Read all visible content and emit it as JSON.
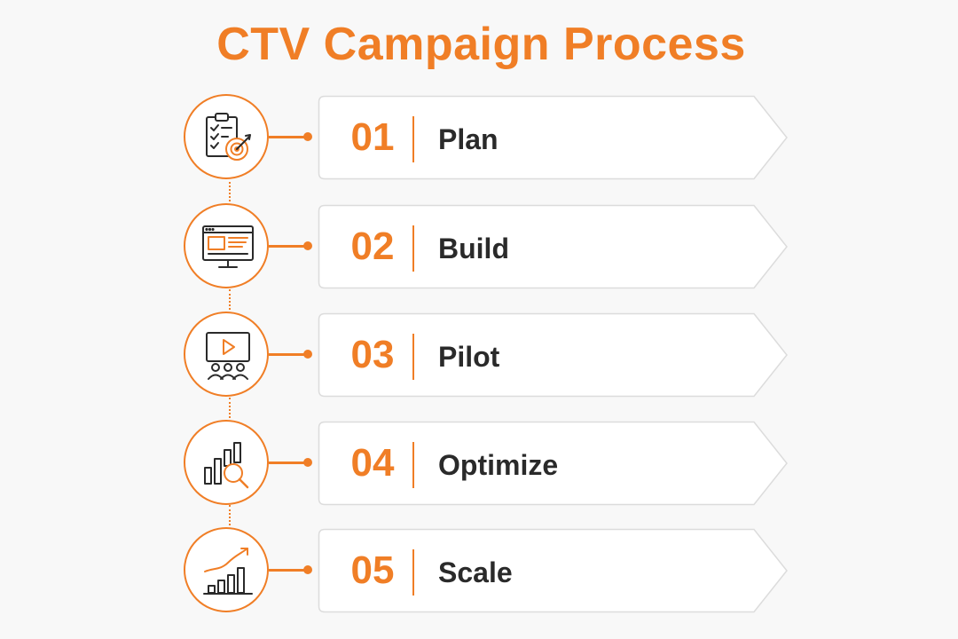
{
  "title": "CTV Campaign Process",
  "accent_color": "#f07e26",
  "steps": [
    {
      "number": "01",
      "label": "Plan",
      "icon": "checklist-target-icon"
    },
    {
      "number": "02",
      "label": "Build",
      "icon": "monitor-layout-icon"
    },
    {
      "number": "03",
      "label": "Pilot",
      "icon": "video-audience-icon"
    },
    {
      "number": "04",
      "label": "Optimize",
      "icon": "chart-magnifier-icon"
    },
    {
      "number": "05",
      "label": "Scale",
      "icon": "growth-chart-icon"
    }
  ]
}
